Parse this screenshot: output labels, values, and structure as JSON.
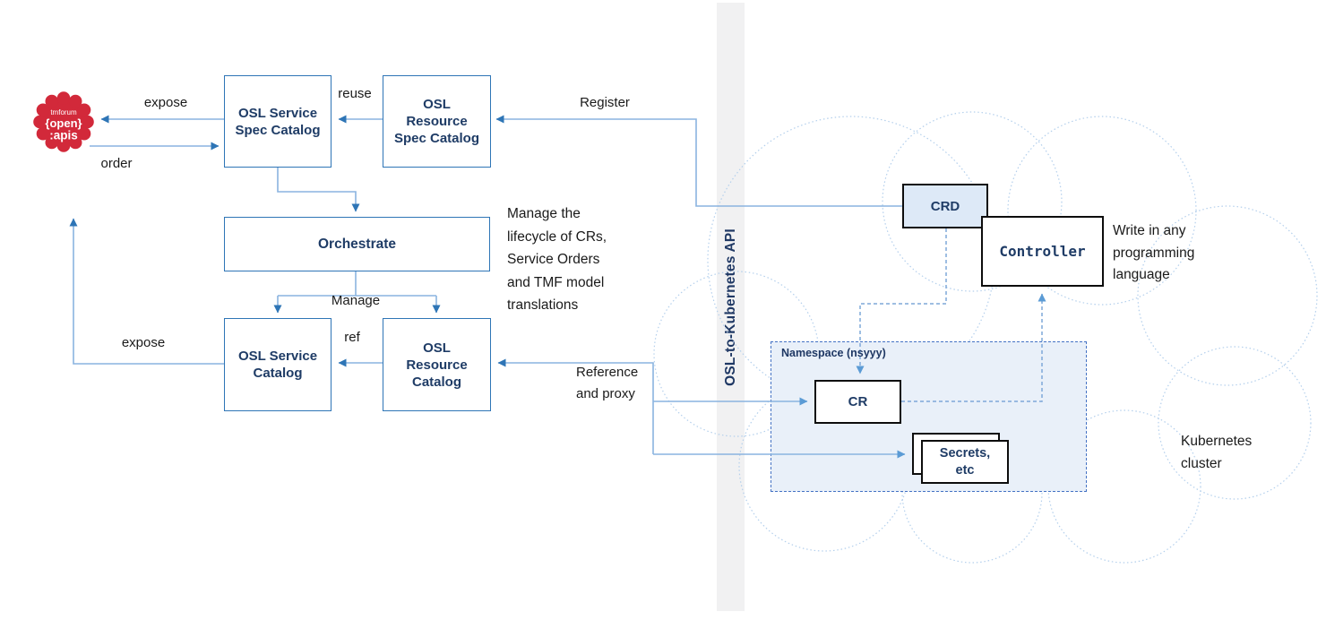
{
  "logo": {
    "brand": "tmforum",
    "open": "{open}",
    "apis": ":apis"
  },
  "nodes": {
    "osl_service_spec_catalog": "OSL Service\nSpec Catalog",
    "osl_resource_spec_catalog": "OSL\nResource\nSpec Catalog",
    "orchestrate": "Orchestrate",
    "osl_service_catalog": "OSL Service\nCatalog",
    "osl_resource_catalog": "OSL\nResource\nCatalog",
    "crd": "CRD",
    "controller": "Controller",
    "cr": "CR",
    "secrets": "Secrets,\netc",
    "namespace_label": "Namespace (nsyyy)"
  },
  "edge_labels": {
    "expose_top": "expose",
    "order": "order",
    "reuse": "reuse",
    "register": "Register",
    "manage": "Manage",
    "ref": "ref",
    "expose_bottom": "expose",
    "reference_proxy": "Reference\nand proxy"
  },
  "annotations": {
    "lifecycle_note": "Manage the\nlifecycle of CRs,\nService Orders\nand TMF model\ntranslations",
    "language_note": "Write in any\nprogramming\nlanguage",
    "cluster_label": "Kubernetes\ncluster",
    "api_bar_label": "OSL-to-Kubernetes API"
  },
  "colors": {
    "box_border_blue": "#2e75b6",
    "box_text_navy": "#1f3c66",
    "line_light_blue": "#8ab4e0",
    "arrowhead_dark": "#2e75b6",
    "arrowhead_medium": "#5b9bd5",
    "dashed_blue": "#7fa8d9",
    "crd_fill": "#dde9f7",
    "namespace_fill": "#e9f0f9",
    "cloud_dotted": "#b3cfec",
    "api_bar_fill": "#f1f1f2",
    "logo_red": "#d2293a"
  }
}
